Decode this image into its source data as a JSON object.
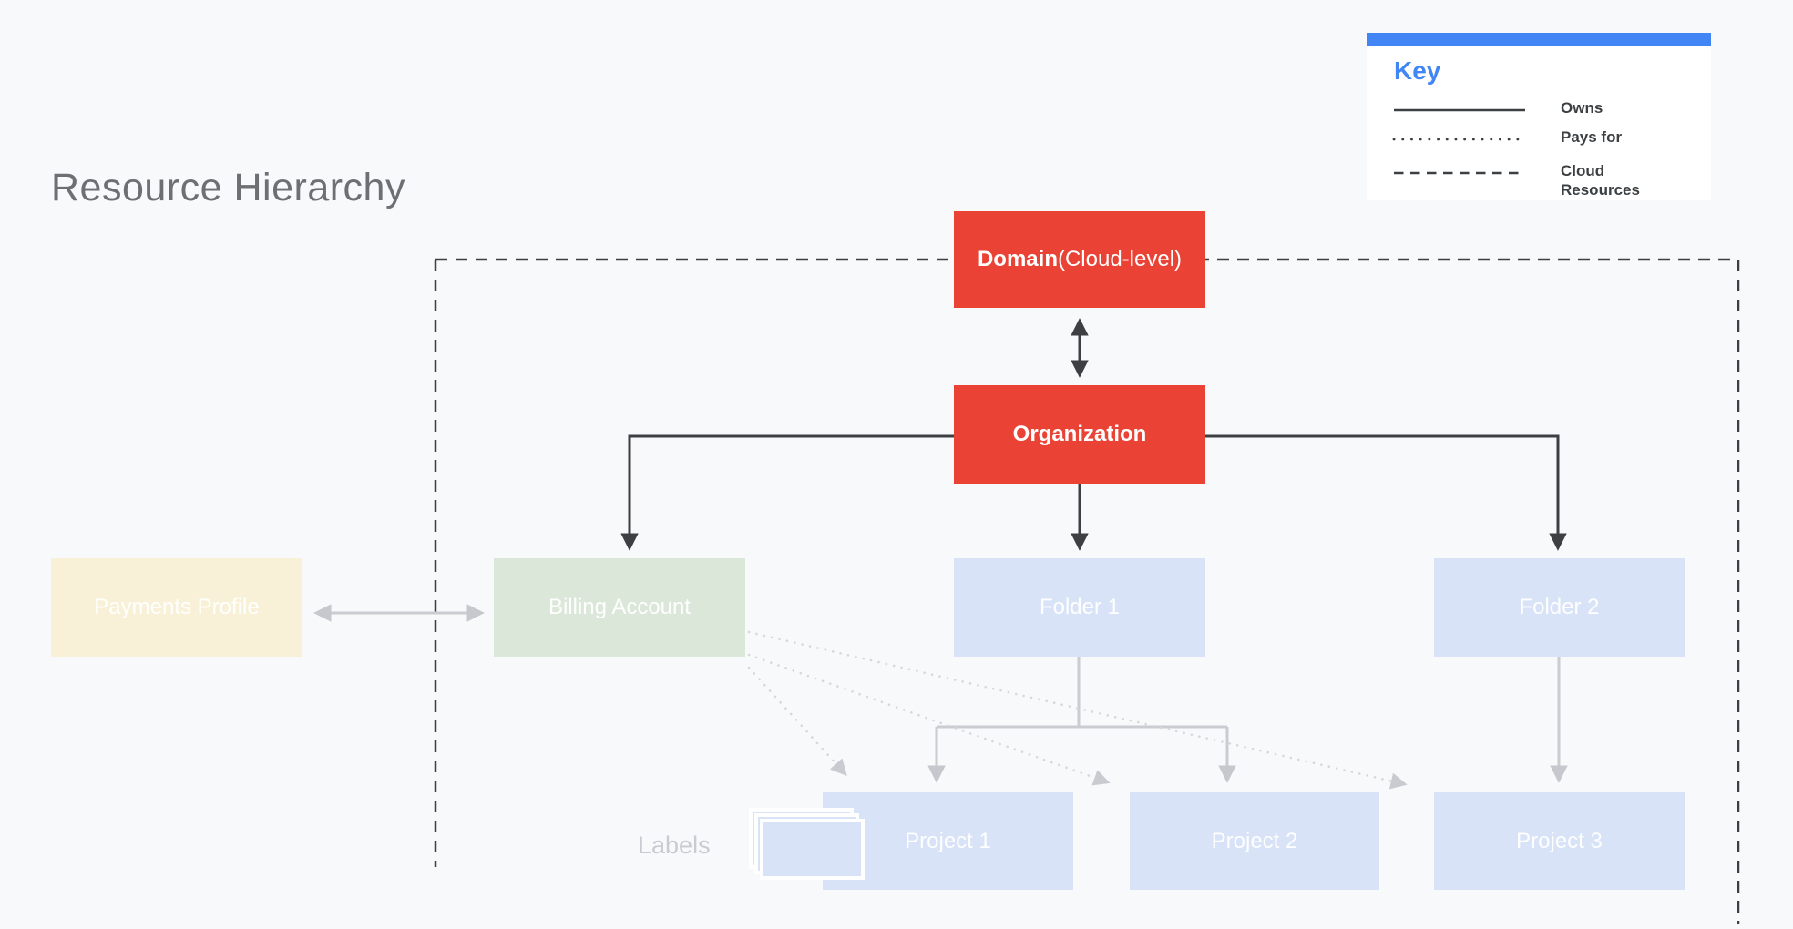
{
  "page": {
    "title": "Resource Hierarchy"
  },
  "key": {
    "title": "Key",
    "entries": [
      {
        "style": "solid",
        "label": "Owns"
      },
      {
        "style": "dotted",
        "label": "Pays for"
      },
      {
        "style": "dashed",
        "label": "Cloud Resources"
      }
    ]
  },
  "nodes": {
    "domain": {
      "label_bold": "Domain",
      "label_suffix": " (Cloud-level)"
    },
    "organization": {
      "label": "Organization"
    },
    "payments_profile": {
      "label": "Payments Profile"
    },
    "billing_account": {
      "label": "Billing Account"
    },
    "folder_1": {
      "label": "Folder 1"
    },
    "folder_2": {
      "label": "Folder 2"
    },
    "project_1": {
      "label": "Project 1"
    },
    "project_2": {
      "label": "Project 2"
    },
    "project_3": {
      "label": "Project 3"
    }
  },
  "labels_caption": "Labels",
  "edges": [
    {
      "from": "domain",
      "to": "organization",
      "type": "owns",
      "bidirectional": true
    },
    {
      "from": "organization",
      "to": "billing_account",
      "type": "owns"
    },
    {
      "from": "organization",
      "to": "folder_1",
      "type": "owns"
    },
    {
      "from": "organization",
      "to": "folder_2",
      "type": "owns"
    },
    {
      "from": "payments_profile",
      "to": "billing_account",
      "type": "owns",
      "bidirectional": true
    },
    {
      "from": "folder_1",
      "to": "project_1",
      "type": "owns"
    },
    {
      "from": "folder_1",
      "to": "project_2",
      "type": "owns"
    },
    {
      "from": "folder_2",
      "to": "project_3",
      "type": "owns"
    },
    {
      "from": "billing_account",
      "to": "project_1",
      "type": "pays_for"
    },
    {
      "from": "billing_account",
      "to": "project_2",
      "type": "pays_for"
    },
    {
      "from": "billing_account",
      "to": "project_3",
      "type": "pays_for"
    },
    {
      "boundary": "cloud_resources",
      "type": "cloud_resources"
    }
  ],
  "colors": {
    "background": "#F8F9FA",
    "accent_blue": "#4285F4",
    "node_red": "#EA4335",
    "node_green": "#DBE8D9",
    "node_cream": "#F8F1D8",
    "node_blue": "#D8E3F8",
    "line_dark": "#3C4043",
    "line_gray": "#C9CCD1",
    "line_dotted": "#D6D8DC",
    "title_gray": "#6C7073"
  }
}
